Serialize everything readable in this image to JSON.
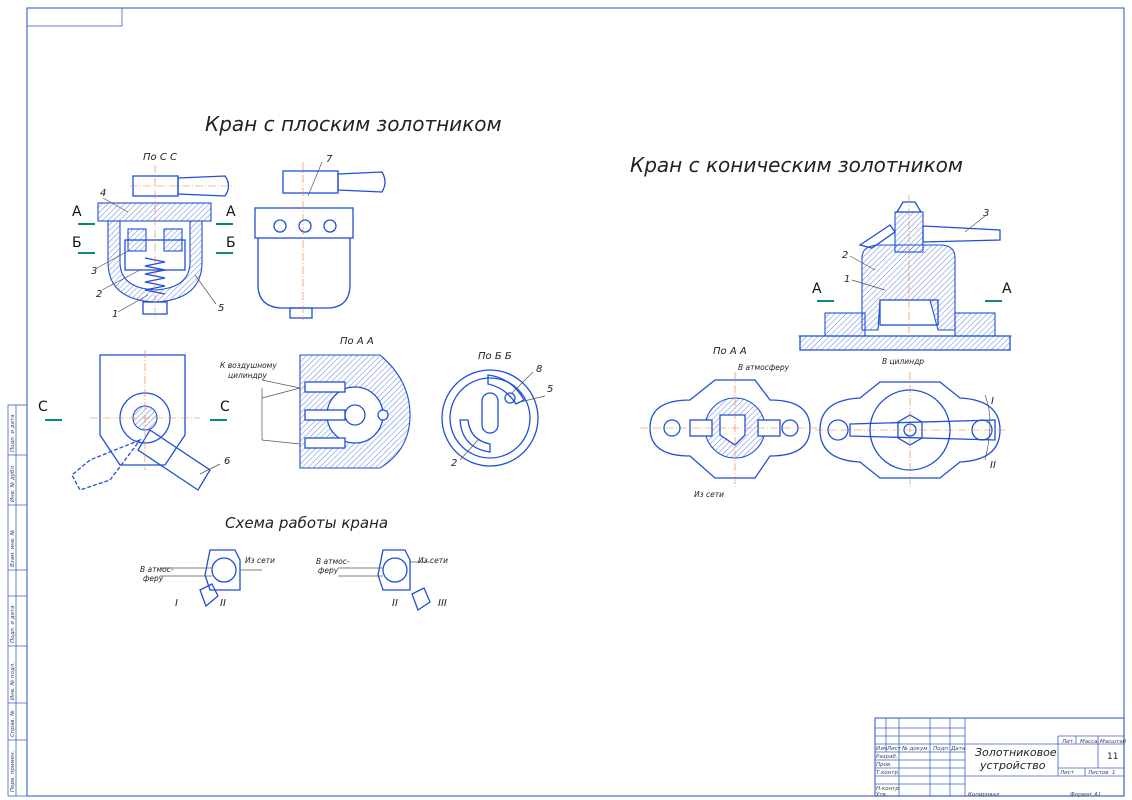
{
  "sheet": {
    "title_flat": "Кран с плоским золотником",
    "title_conical": "Кран с коническим золотником",
    "title_scheme": "Схема работы крана"
  },
  "flat": {
    "view_cc": "По С С",
    "view_aa": "По А А",
    "view_bb": "По Б Б",
    "to_cylinder_1": "К воздушному",
    "to_cylinder_2": "цилиндру",
    "section_a": "А",
    "section_b": "Б",
    "section_c": "С",
    "callouts": [
      "1",
      "2",
      "3",
      "4",
      "5",
      "6",
      "7",
      "8",
      "2",
      "5"
    ]
  },
  "conical": {
    "view_aa": "По А А",
    "to_atm": "В атмосферу",
    "from_net": "Из сети",
    "to_cyl": "В цилиндр",
    "section_a": "А",
    "callouts": [
      "1",
      "2",
      "3"
    ],
    "positions": [
      "I",
      "II"
    ]
  },
  "scheme": {
    "left": {
      "atm_1": "В атмос-",
      "atm_2": "феру",
      "net": "Из сети",
      "pos_a": "I",
      "pos_b": "II"
    },
    "right": {
      "atm_1": "В атмос-",
      "atm_2": "феру",
      "net": "Из сети",
      "pos_a": "II",
      "pos_b": "III"
    }
  },
  "title_block": {
    "name_1": "Золотниковое",
    "name_2": "устройство",
    "col_lit": "Лит.",
    "col_mass": "Масса",
    "col_scale": "Масштаб",
    "sheet_value": "11",
    "row_sheet": "Лист",
    "row_sheets": "Листов",
    "sheets_value": "1",
    "hdr_izm": "Изм.",
    "hdr_list": "Лист",
    "hdr_doc": "№ докум.",
    "hdr_sign": "Подп.",
    "hdr_date": "Дата",
    "roles": [
      "Разраб.",
      "Пров.",
      "Т.контр.",
      "",
      "Н.контр.",
      "Утв."
    ],
    "copied": "Копировал",
    "format": "Формат  А1"
  },
  "side_strip": {
    "labels": [
      "Подп. и дата",
      "Инв. № дубл.",
      "Взам. инв. №",
      "Подп. и дата",
      "Инв. № подл.",
      "Справ. №",
      "Перв. примен."
    ]
  }
}
